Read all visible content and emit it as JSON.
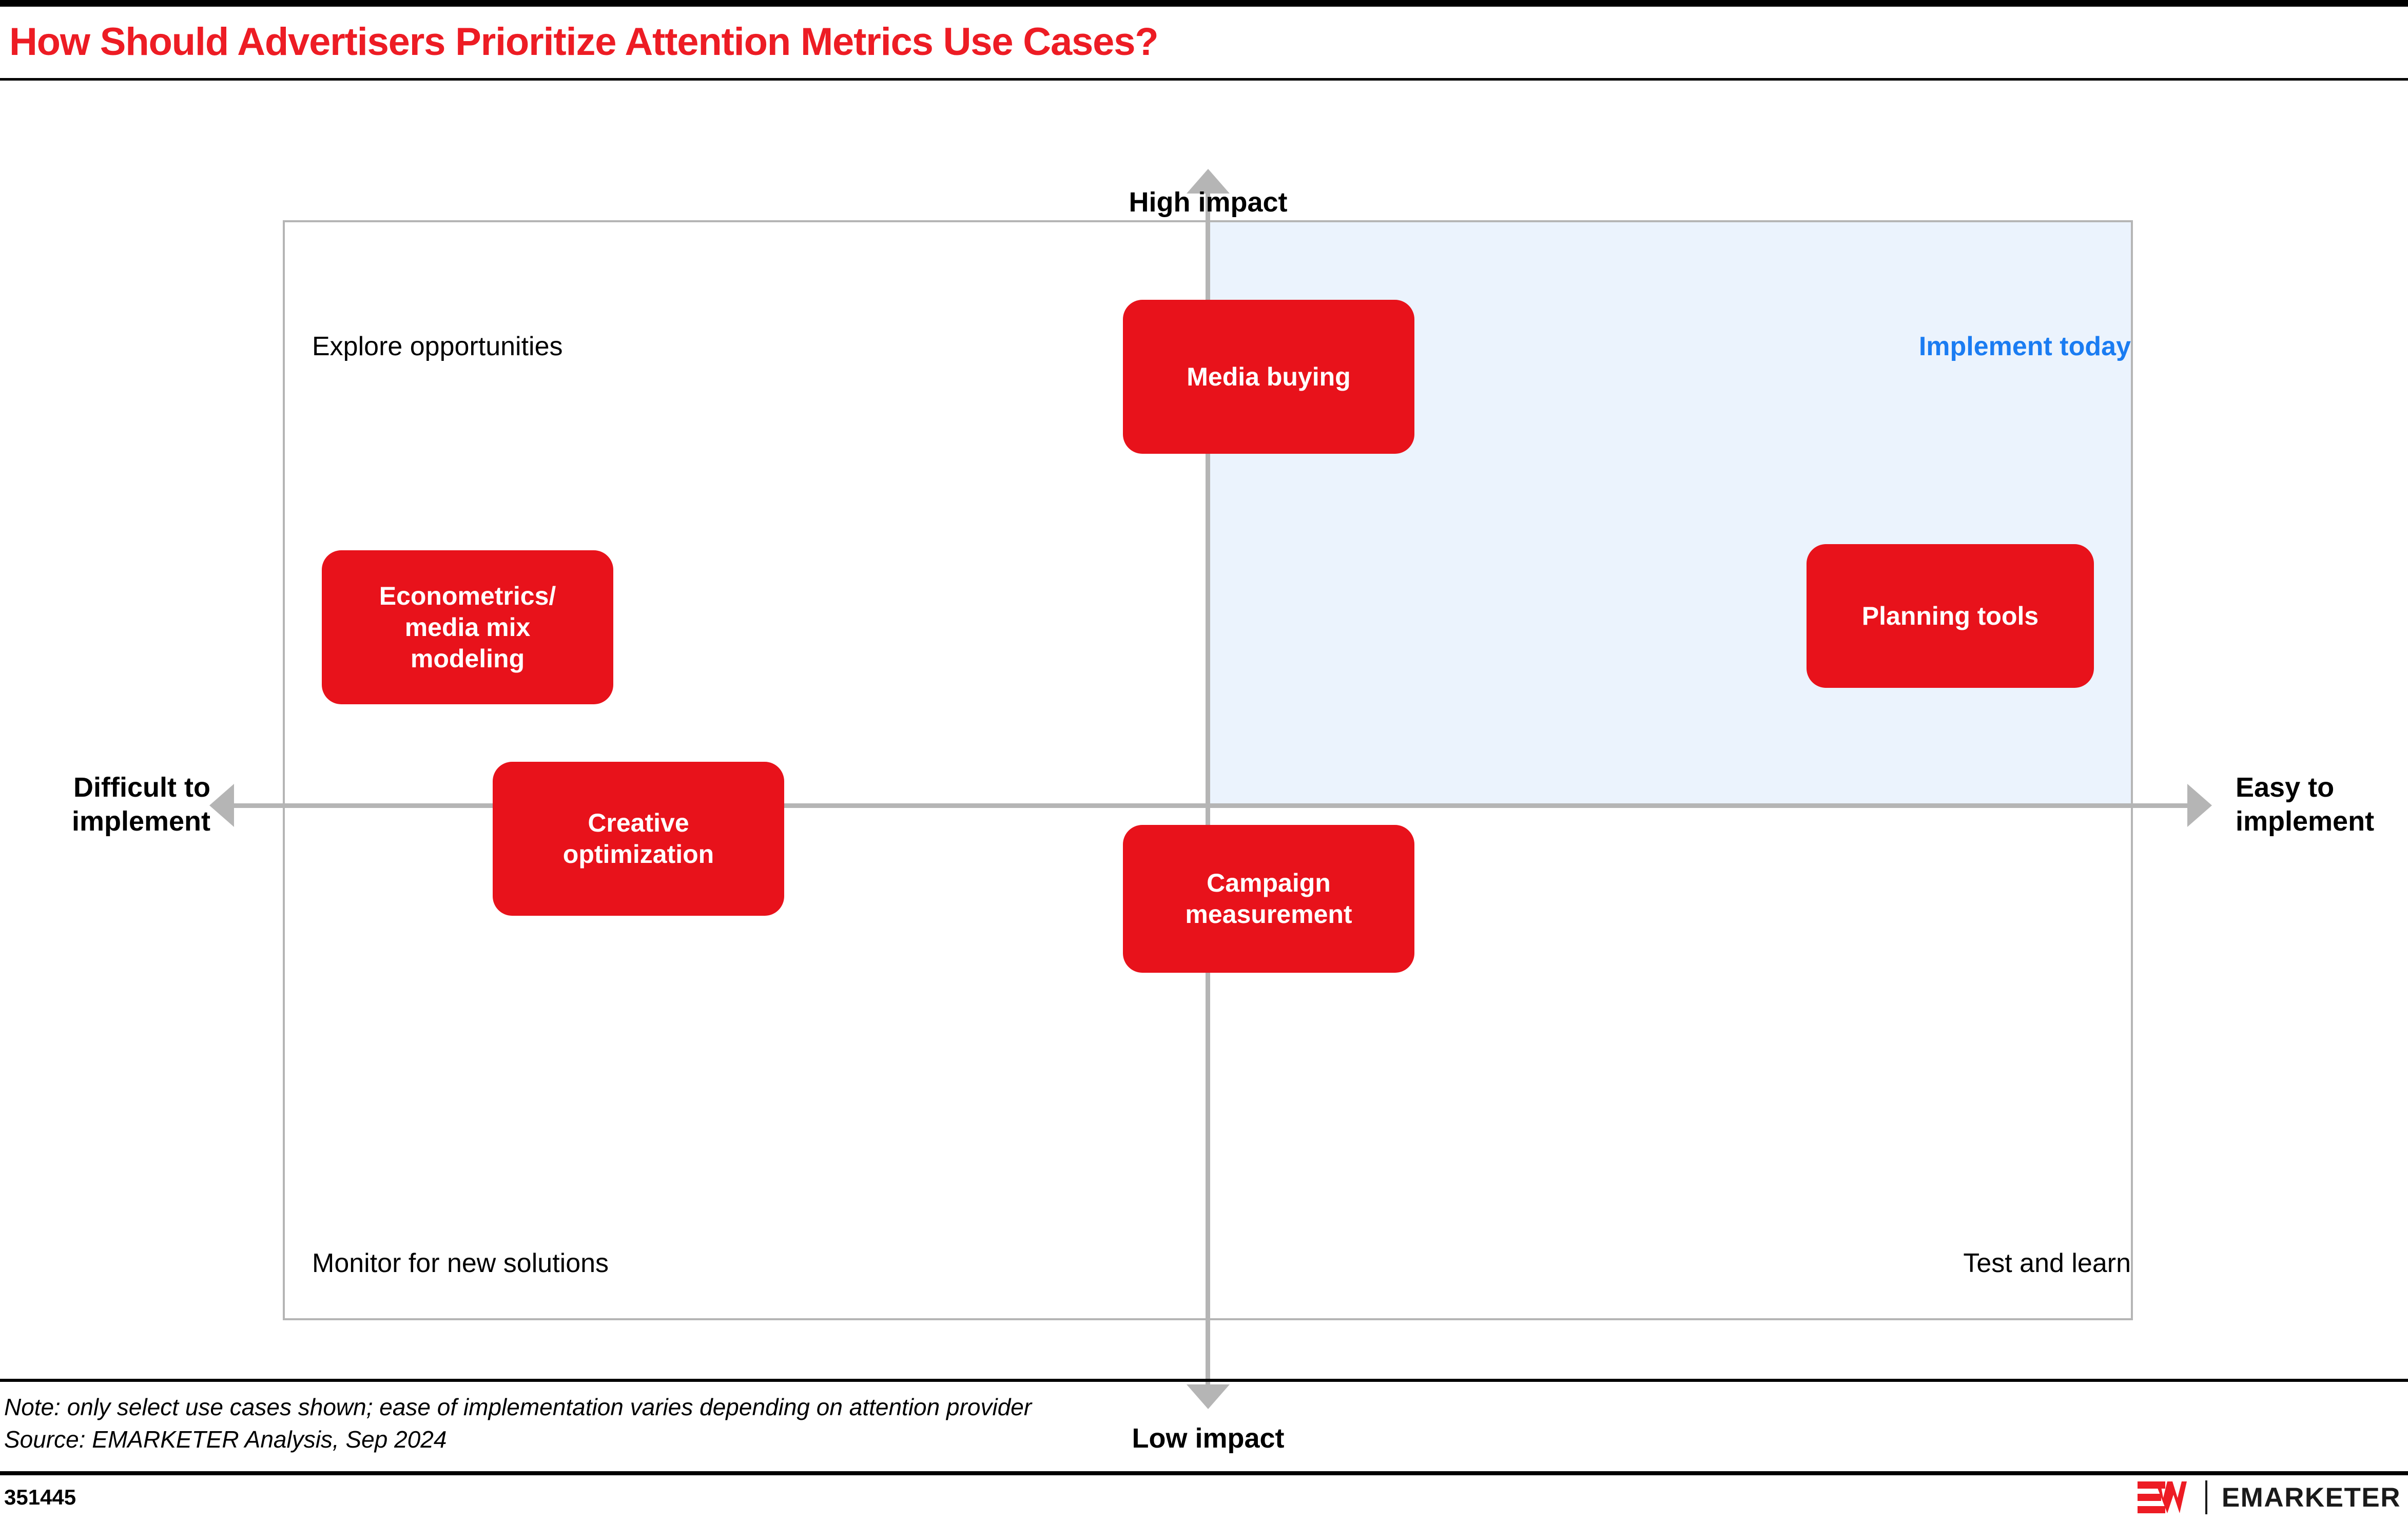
{
  "header": {
    "title": "How Should Advertisers Prioritize Attention Metrics Use Cases?"
  },
  "chart_data": {
    "type": "scatter",
    "title": "How Should Advertisers Prioritize Attention Metrics Use Cases?",
    "xlabel_left": "Difficult to\nimplement",
    "xlabel_right": "Easy to\nimplement",
    "ylabel_top": "High impact",
    "ylabel_bottom": "Low impact",
    "grid": false,
    "legend": "none",
    "axis_color": "#b5b5b5",
    "highlight_quadrant": "top-right",
    "highlight_color": "#EBF3FD",
    "accent_color": "#E8121B",
    "highlight_label_color": "#1A7CF2",
    "quadrant_labels": [
      {
        "name": "explore",
        "text": "Explore opportunities",
        "position": "top-left"
      },
      {
        "name": "implement",
        "text": "Implement today",
        "position": "top-right"
      },
      {
        "name": "monitor",
        "text": "Monitor for new solutions",
        "position": "bottom-left"
      },
      {
        "name": "test",
        "text": "Test and learn",
        "position": "bottom-right"
      }
    ],
    "points": [
      {
        "label": "Media buying",
        "impact": "high",
        "ease": "medium",
        "x": 50,
        "y": 81
      },
      {
        "label": "Econometrics/\nmedia mix\nmodeling",
        "impact": "mid-high",
        "ease": "difficult",
        "x": 9,
        "y": 53
      },
      {
        "label": "Planning tools",
        "impact": "mid-high",
        "ease": "easy",
        "x": 95,
        "y": 54
      },
      {
        "label": "Creative\noptimization",
        "impact": "mid-low",
        "ease": "difficult",
        "x": 17,
        "y": 44
      },
      {
        "label": "Campaign\nmeasurement",
        "impact": "low-mid",
        "ease": "medium",
        "x": 50,
        "y": 39
      }
    ]
  },
  "footer": {
    "note": "Note: only select use cases shown; ease of implementation varies depending on attention provider",
    "source": "Source: EMARKETER Analysis, Sep 2024",
    "chart_id": "351445",
    "brand": "EMARKETER"
  }
}
